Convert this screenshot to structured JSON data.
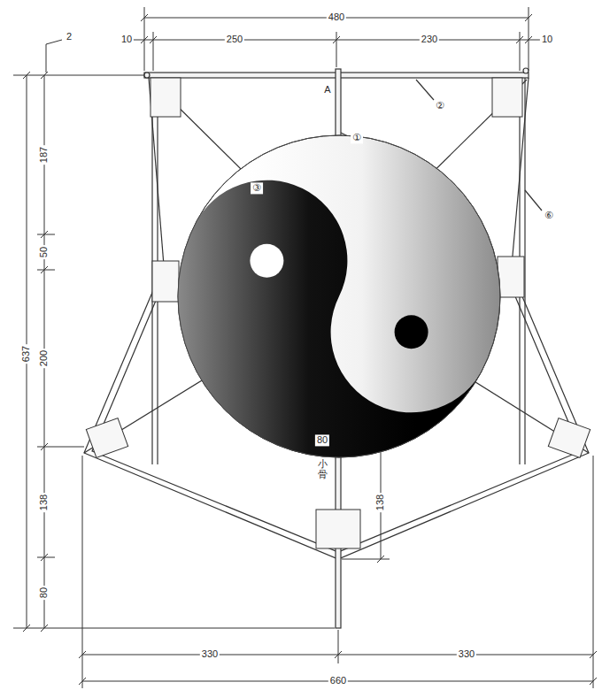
{
  "diagram": {
    "labels": [
      "480",
      "10",
      "250",
      "230",
      "10",
      "2",
      "637",
      "187",
      "50",
      "200",
      "138",
      "80",
      "A",
      "②",
      "①",
      "③",
      "⑥",
      "138",
      "80",
      "小骨",
      "330",
      "330",
      "660"
    ]
  }
}
